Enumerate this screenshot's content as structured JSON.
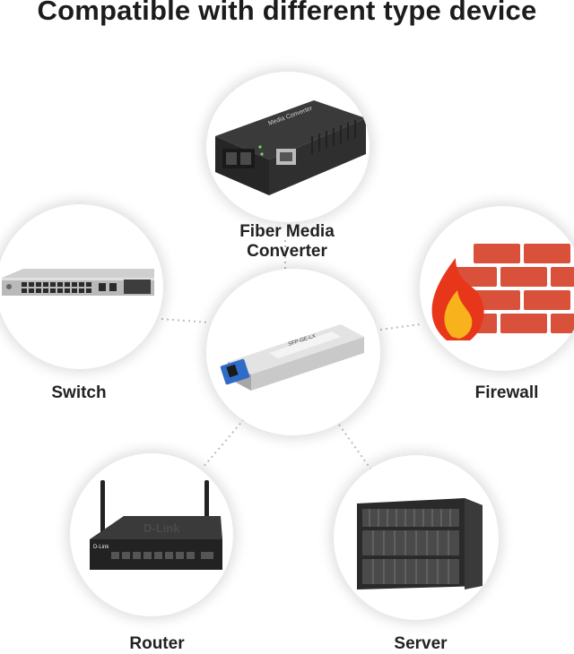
{
  "header": {
    "title": "Compatible with different type device"
  },
  "devices": {
    "fiber_media_converter": {
      "label": "Fiber Media\nConverter",
      "line1": "Fiber Media",
      "line2": "Converter",
      "icon": "media-converter-icon"
    },
    "switch": {
      "label": "Switch",
      "icon": "network-switch-icon"
    },
    "firewall": {
      "label": "Firewall",
      "icon": "firewall-icon"
    },
    "router": {
      "label": "Router",
      "icon": "router-icon"
    },
    "server": {
      "label": "Server",
      "icon": "server-rack-icon"
    },
    "sfp_module": {
      "icon": "sfp-transceiver-icon"
    }
  },
  "colors": {
    "brick": "#d9503b",
    "mortar": "#ffffff",
    "flame_outer": "#e8361b",
    "flame_inner": "#f7b21c",
    "device_dark": "#2b2b2b",
    "sfp_blue": "#2f6cc7",
    "link_dots": "#bdbdbd"
  }
}
